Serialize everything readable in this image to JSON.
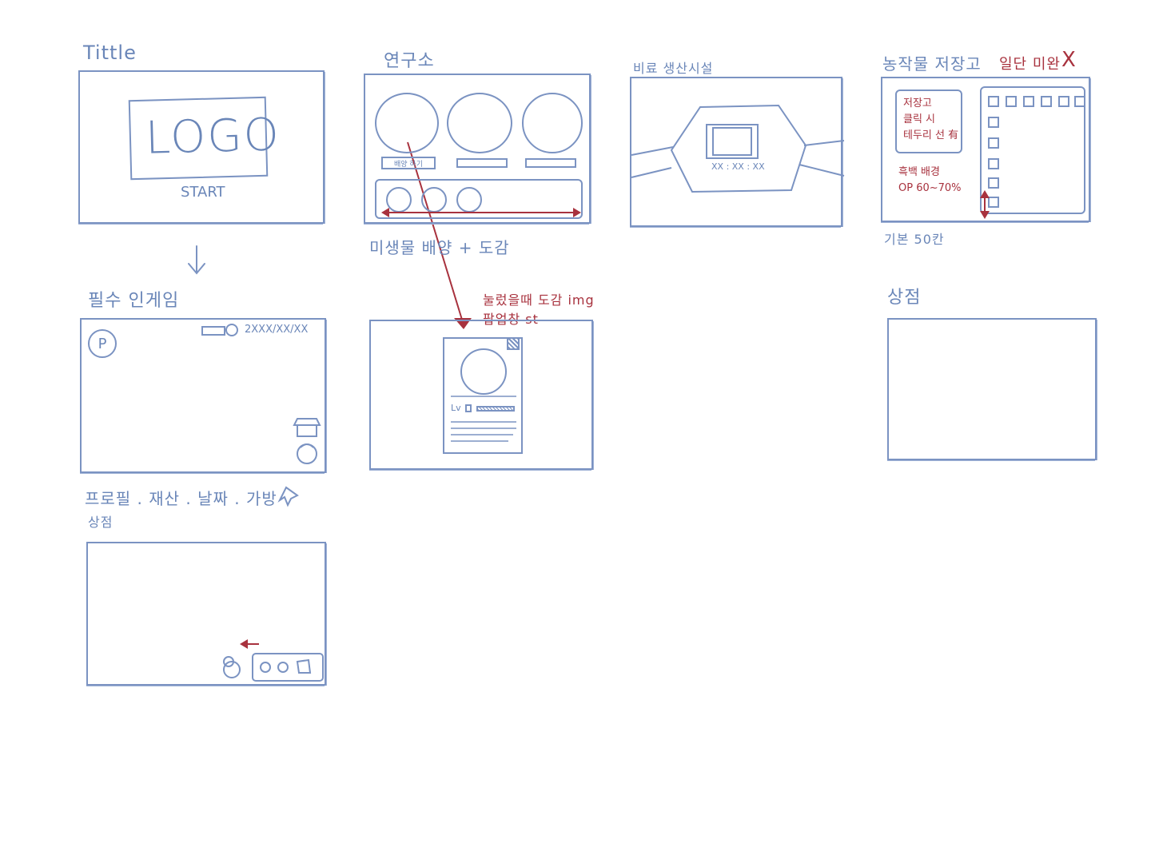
{
  "sketch1": {
    "heading": "Tittle",
    "logo": "LOGO",
    "start": "START"
  },
  "sketch2": {
    "heading": "필수 인게임",
    "date": "2XXX/XX/XX",
    "profile_icon": "P",
    "caption": "프로필 . 재산 . 날짜 . 가방",
    "sub": "상점"
  },
  "sketch4": {
    "heading": "연구소",
    "button_label": "배양 하기",
    "caption": "미생물 배양 + 도감"
  },
  "sketch5": {
    "note": "눌렀을때 도감 img 팝업창 st",
    "lv": "Lv"
  },
  "sketch6": {
    "heading": "비료 생산시설",
    "timer": "XX : XX : XX"
  },
  "sketch7": {
    "heading": "농작물 저장고",
    "note_top": "일단 미완",
    "note_x": "X",
    "panel_text": [
      "저장고",
      "클릭 시",
      "테두리 선 有"
    ],
    "bg_note": [
      "흑백 배경",
      "OP 60~70%"
    ],
    "caption": "기본 50칸"
  },
  "sketch8": {
    "heading": "상점"
  },
  "colors": {
    "pencil_blue": "#6a86b8",
    "pencil_red": "#a8323e",
    "paper": "#ffffff"
  }
}
